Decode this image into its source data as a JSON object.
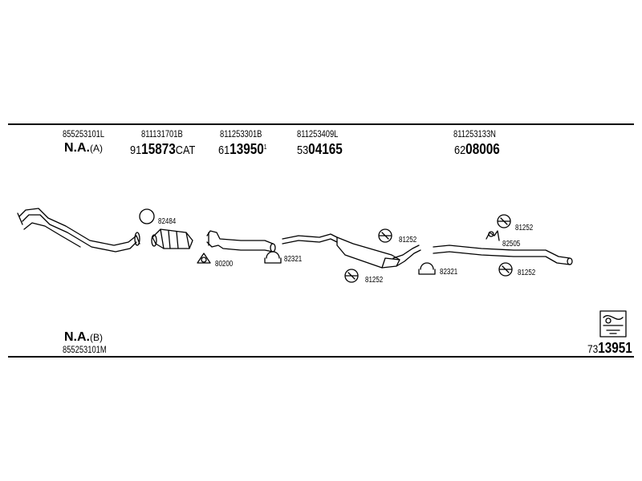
{
  "header_parts": [
    {
      "part_no": "855253101L",
      "pre": "",
      "code": "N.A.",
      "suffix": "(A)"
    },
    {
      "part_no": "811131701B",
      "pre": "91",
      "code": "15873",
      "suffix": "CAT"
    },
    {
      "part_no": "811253301B",
      "pre": "61",
      "code": "13950",
      "suffix": "1"
    },
    {
      "part_no": "811253409L",
      "pre": "53",
      "code": "04165",
      "suffix": ""
    },
    {
      "part_no": "811253133N",
      "pre": "62",
      "code": "08006",
      "suffix": ""
    }
  ],
  "small_labels": [
    "82484",
    "80200",
    "82321",
    "81252",
    "81252",
    "82321",
    "81252",
    "82505",
    "81252"
  ],
  "footer": {
    "na_code": "N.A.",
    "na_suffix": "(B)",
    "part_no": "855253101M",
    "set_pre": "73",
    "set_code": "13951"
  }
}
